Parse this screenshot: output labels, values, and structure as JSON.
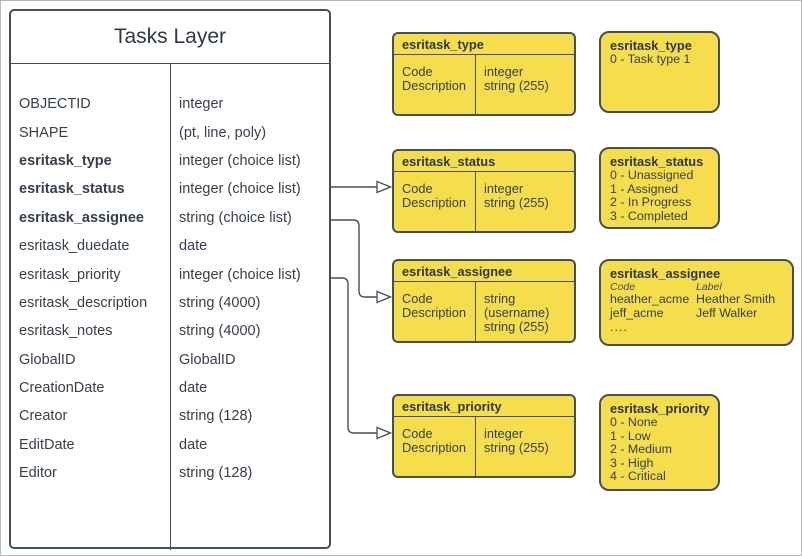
{
  "colors": {
    "box_fill": "#f5dd4b",
    "stroke": "#45505f",
    "text": "#2f3b4a",
    "background": "#ffffff"
  },
  "tasks_layer": {
    "title": "Tasks Layer",
    "fields": [
      {
        "name": "OBJECTID",
        "type": "integer"
      },
      {
        "name": "SHAPE",
        "type": "(pt, line, poly)"
      },
      {
        "name": "esritask_type",
        "type": "integer (choice list)"
      },
      {
        "name": "esritask_status",
        "type": "integer (choice list)"
      },
      {
        "name": "esritask_assignee",
        "type": "string (choice list)"
      },
      {
        "name": "esritask_duedate",
        "type": "date"
      },
      {
        "name": "esritask_priority",
        "type": "integer (choice list)"
      },
      {
        "name": "esritask_description",
        "type": "string (4000)"
      },
      {
        "name": "esritask_notes",
        "type": "string (4000)"
      },
      {
        "name": "GlobalID",
        "type": "GlobalID"
      },
      {
        "name": "CreationDate",
        "type": "date"
      },
      {
        "name": "Creator",
        "type": "string (128)"
      },
      {
        "name": "EditDate",
        "type": "date"
      },
      {
        "name": "Editor",
        "type": "string (128)"
      }
    ]
  },
  "domains": {
    "type": {
      "title": "esritask_type",
      "rows": [
        "Code",
        "Description"
      ],
      "types": [
        "integer",
        "string (255)"
      ]
    },
    "status": {
      "title": "esritask_status",
      "rows": [
        "Code",
        "Description"
      ],
      "types": [
        "integer",
        "string (255)"
      ]
    },
    "assignee": {
      "title": "esritask_assignee",
      "rows": [
        "Code",
        "Description"
      ],
      "types": [
        "string  (username)",
        "string (255)"
      ]
    },
    "priority": {
      "title": "esritask_priority",
      "rows": [
        "Code",
        "Description"
      ],
      "types": [
        "integer",
        "string (255)"
      ]
    }
  },
  "value_lists": {
    "type": {
      "title": "esritask_type",
      "values": [
        "0 - Task type 1"
      ]
    },
    "status": {
      "title": "esritask_status",
      "values": [
        "0 - Unassigned",
        "1 - Assigned",
        "2 - In Progress",
        "3 - Completed"
      ]
    },
    "assignee": {
      "title": "esritask_assignee",
      "col_headers": [
        "Code",
        "Label"
      ],
      "rows": [
        {
          "code": "heather_acme",
          "label": "Heather Smith"
        },
        {
          "code": "jeff_acme",
          "label": "Jeff Walker"
        }
      ],
      "more": "...."
    },
    "priority": {
      "title": "esritask_priority",
      "values": [
        "0 - None",
        "1 - Low",
        "2 - Medium",
        "3 - High",
        "4 - Critical"
      ]
    }
  }
}
